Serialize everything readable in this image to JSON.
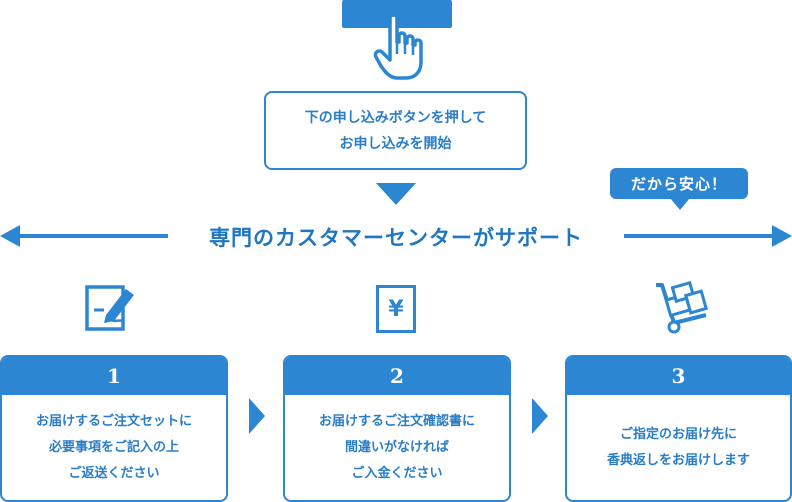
{
  "start": {
    "line1": "下の申し込みボタンを押して",
    "line2": "お申し込みを開始"
  },
  "badge": "だから安心！",
  "support": "専門のカスタマーセンターがサポート",
  "steps": [
    {
      "number": "1",
      "lines": [
        "お届けするご注文セットに",
        "必要事項をご記入の上",
        "ご返送ください"
      ]
    },
    {
      "number": "2",
      "lines": [
        "お届けするご注文確認書に",
        "間違いがなければ",
        "ご入金ください"
      ]
    },
    {
      "number": "3",
      "lines": [
        "ご指定のお届け先に",
        "香典返しをお届けします"
      ]
    }
  ],
  "yen_symbol": "¥",
  "icons": [
    "pointing-hand-icon",
    "form-pen-icon",
    "yen-receipt-icon",
    "hand-truck-icon"
  ],
  "colors": {
    "accent": "#2d86d2",
    "text": "#1f76c1"
  }
}
